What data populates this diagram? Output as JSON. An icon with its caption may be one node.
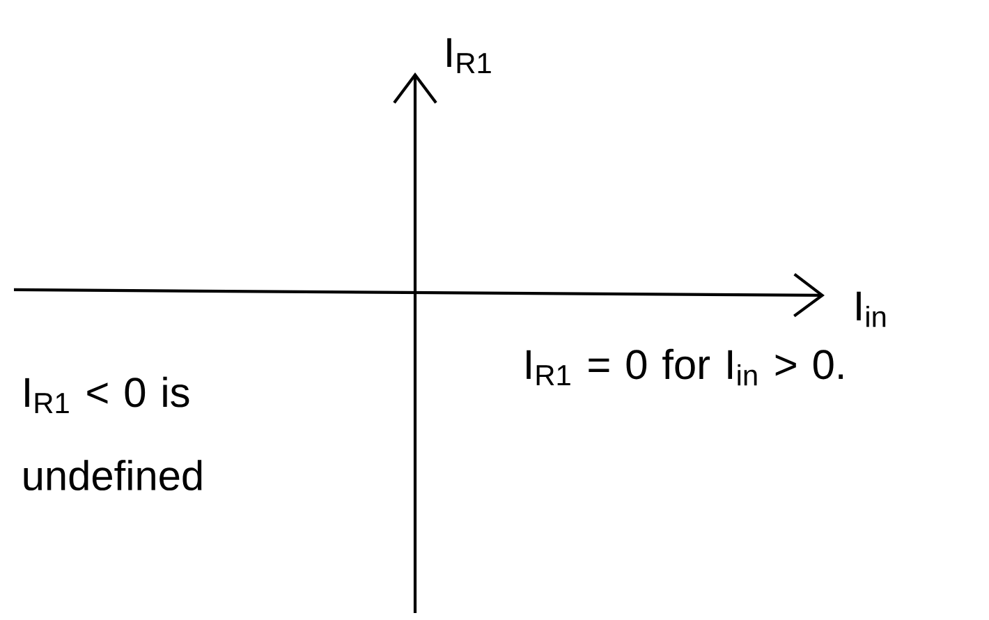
{
  "diagram": {
    "labels": [
      "I$_{R1}$",
      "I$_{in}$",
      "I$_{R1}$ < 0 is undefined",
      "I$_{R1}$ = 0 for I$_{in}$ > 0."
    ]
  }
}
